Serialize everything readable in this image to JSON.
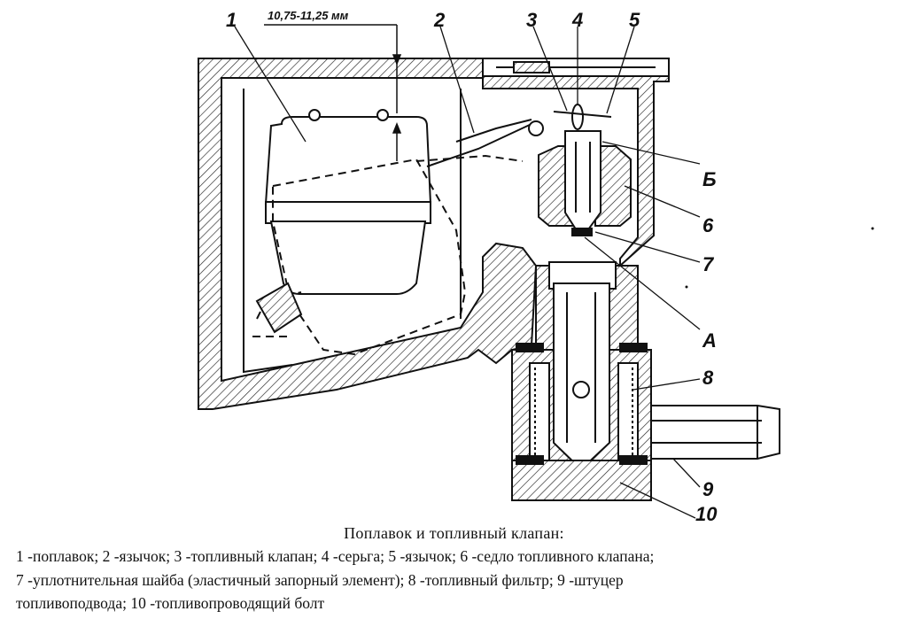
{
  "dimension_label": "10,75-11,25 мм",
  "callouts": [
    "1",
    "2",
    "3",
    "4",
    "5",
    "Б",
    "6",
    "7",
    "А",
    "8",
    "9",
    "10"
  ],
  "caption": {
    "title": "Поплавок и топливный клапан:",
    "lines": [
      "1 -поплавок; 2 -язычок; 3 -топливный клапан; 4 -серьга; 5 -язычок; 6 -седло топливного клапана;",
      "7 -уплотнительная шайба (эластичный запорный элемент); 8 -топливный фильтр; 9 -штуцер",
      "топливоподвода; 10 -топливопроводящий болт"
    ]
  }
}
